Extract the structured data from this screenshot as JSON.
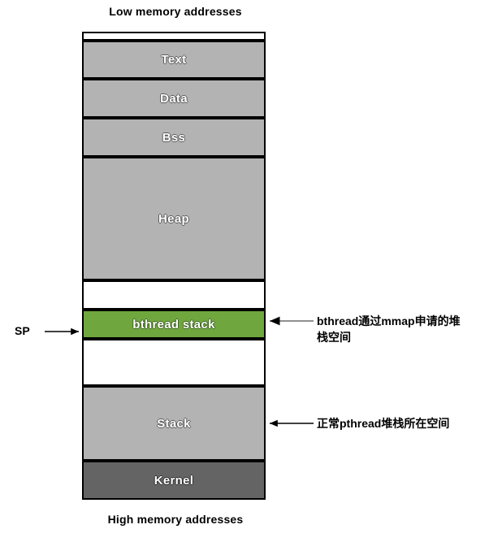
{
  "diagram": {
    "title_top": "Low memory addresses",
    "title_bottom": "High memory addresses",
    "colors": {
      "segment_gray": "#b3b3b3",
      "segment_dark_gray": "#646464",
      "bthread_green": "#6fa73e",
      "gap_white": "#ffffff",
      "outline": "#000000",
      "arrow_gray": "#808080",
      "arrow_black": "#000000"
    },
    "segments": [
      {
        "label": "",
        "fill": "gap-top",
        "note": "thin white strip at very top"
      },
      {
        "label": "Text",
        "fill": "gray"
      },
      {
        "label": "Data",
        "fill": "gray"
      },
      {
        "label": "Bss",
        "fill": "gray"
      },
      {
        "label": "Heap",
        "fill": "gray"
      },
      {
        "label": "",
        "fill": "white",
        "note": "unmapped gap above bthread stack"
      },
      {
        "label": "bthread stack",
        "fill": "green"
      },
      {
        "label": "",
        "fill": "white",
        "note": "unmapped gap below bthread stack"
      },
      {
        "label": "Stack",
        "fill": "gray"
      },
      {
        "label": "Kernel",
        "fill": "dark-gray"
      }
    ],
    "markers": {
      "sp_label": "SP"
    },
    "annotations": [
      {
        "target": "bthread stack",
        "lines": [
          "bthread通过mmap申请的堆",
          "栈空间"
        ],
        "arrow_color": "#808080"
      },
      {
        "target": "Stack",
        "lines": [
          "正常pthread堆栈所在空间"
        ],
        "arrow_color": "#000000"
      }
    ]
  }
}
